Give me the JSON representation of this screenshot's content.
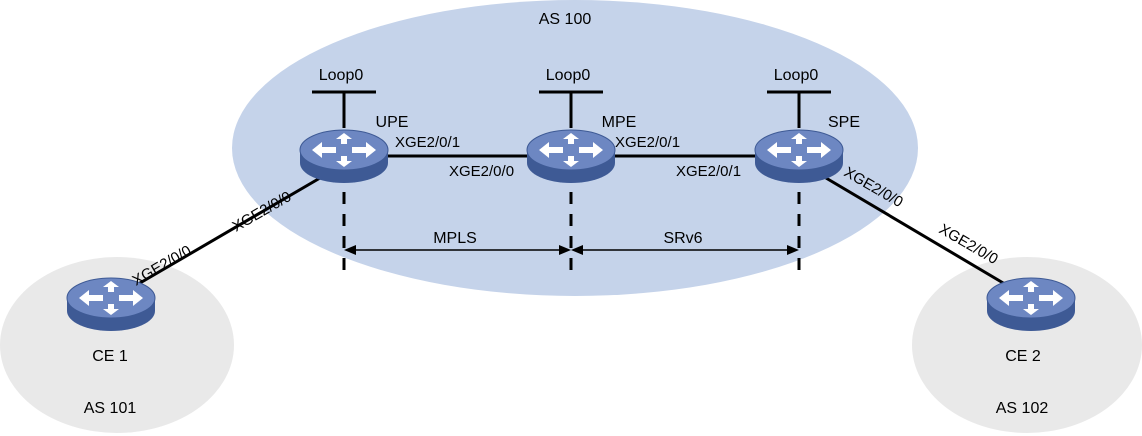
{
  "colors": {
    "as100_fill": "#c5d3ea",
    "side_as_fill": "#e9e9e9",
    "router_top": "#6d87c2",
    "router_side": "#3e5a95",
    "router_icon": "#ffffff",
    "link": "#000000"
  },
  "icons": {
    "router": "router-icon"
  },
  "as_labels": {
    "as100": "AS 100",
    "as101": "AS 101",
    "as102": "AS 102"
  },
  "devices": {
    "upe": "UPE",
    "mpe": "MPE",
    "spe": "SPE",
    "ce1": "CE 1",
    "ce2": "CE 2"
  },
  "loopbacks": {
    "upe": "Loop0",
    "mpe": "Loop0",
    "spe": "Loop0"
  },
  "ports": {
    "upe_to_mpe": "XGE2/0/1",
    "mpe_from_upe": "XGE2/0/0",
    "mpe_to_spe": "XGE2/0/1",
    "spe_from_mpe": "XGE2/0/1",
    "upe_to_ce1": "XGE2/0/0",
    "ce1_to_upe": "XGE2/0/0",
    "spe_to_ce2": "XGE2/0/0",
    "ce2_to_spe": "XGE2/0/0"
  },
  "segments": {
    "mpls": "MPLS",
    "srv6": "SRv6"
  }
}
